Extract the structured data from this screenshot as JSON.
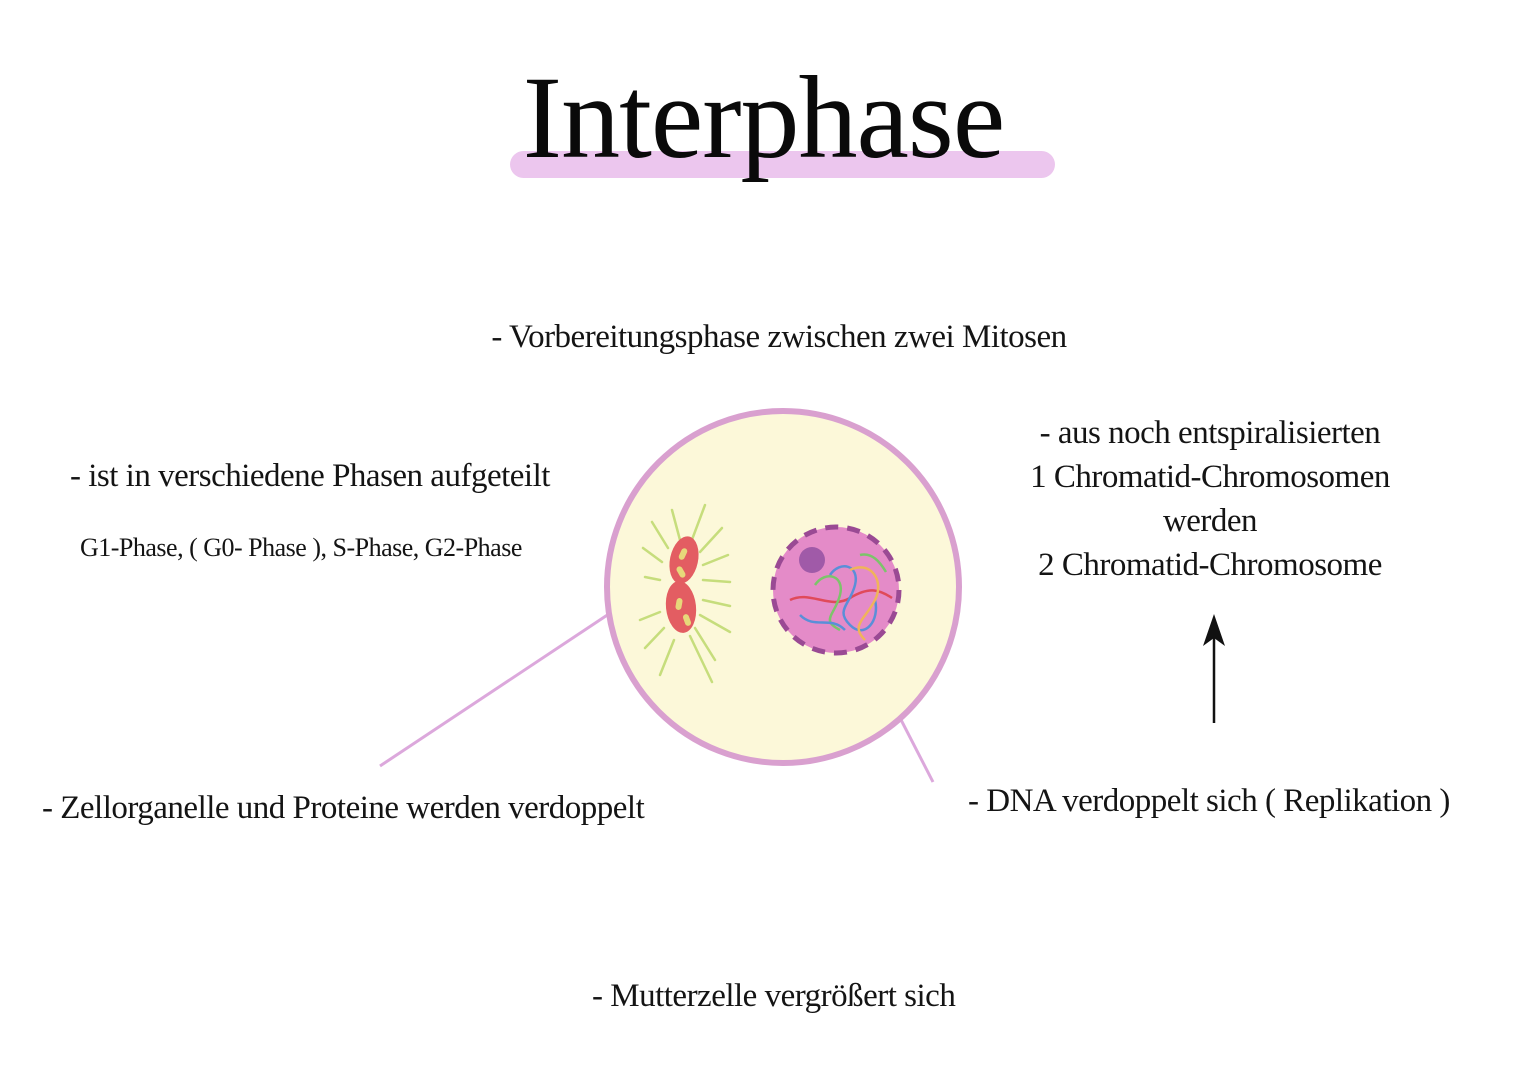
{
  "title": "Interphase",
  "subtitle": "- Vorbereitungsphase zwischen zwei Mitosen",
  "phases": {
    "heading": "- ist in verschiedene Phasen aufgeteilt",
    "list": "G1-Phase, ( G0- Phase ), S-Phase, G2-Phase"
  },
  "chromatid": {
    "lines": [
      "- aus noch entspiralisierten",
      "1 Chromatid-Chromosomen",
      "werden",
      "2 Chromatid-Chromosome"
    ]
  },
  "organelles": "- Zellorganelle und Proteine werden verdoppelt",
  "dna": "- DNA verdoppelt sich ( Replikation )",
  "mother_cell": "- Mutterzelle vergrößert sich",
  "colors": {
    "highlight": "#ecc6ee",
    "cell_fill": "#fcf8d9",
    "cell_border": "#d9a0cf",
    "nucleus_fill": "#e48bc8",
    "nucleus_border": "#9a4a94",
    "centrosome": "#e35d62",
    "spindle": "#c6dd7c",
    "pointer_line": "#dca8dc"
  },
  "icons": [
    "up-arrow-icon"
  ]
}
